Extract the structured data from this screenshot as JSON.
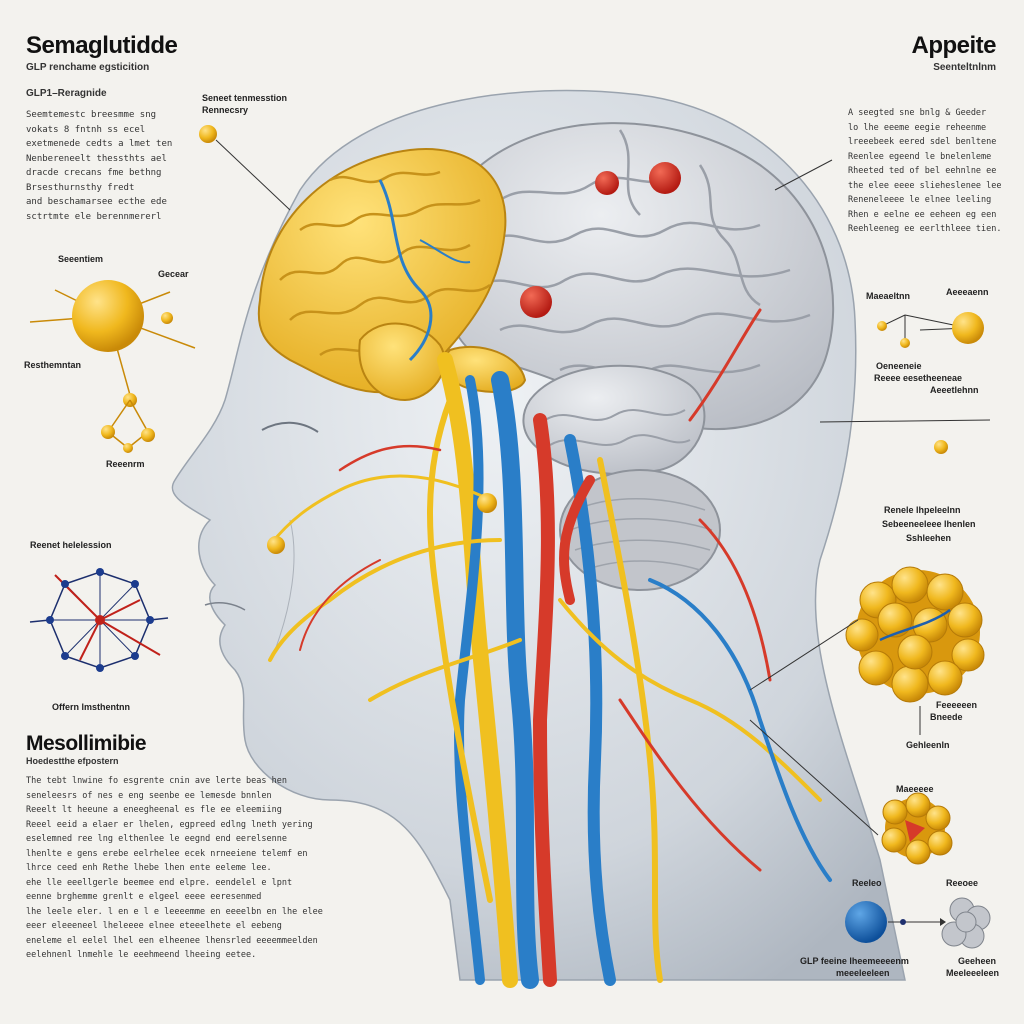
{
  "title": "Semaglutidde",
  "subtitle": "GLP renchame egsticition",
  "left_panel": {
    "heading": "GLP1–Reragnide",
    "lines": [
      "Seemtemestc breesmme sng",
      "vokats 8 fntnh ss ecel",
      "exetmenede cedts a lmet ten",
      "Nenbereneelt thessthts ael",
      "dracde crecans fme bethng",
      "Brsesthurnsthy fredt",
      "and beschamarsee ecthe ede",
      "sctrtmte ele berennmererl"
    ]
  },
  "top_callout": {
    "line1": "Seneet tenmesstion",
    "line2": "Rennecsry"
  },
  "molecule_labels": {
    "top": "Seeentiem",
    "side": "Gecear",
    "left": "Resthemntan",
    "bottom": "Reeenrm"
  },
  "hex_diagram": {
    "title": "Reenet helelession",
    "caption": "Offern lmsthentnn"
  },
  "meso": {
    "heading": "Mesollimibie",
    "sub": "Hoedestthe efpostern",
    "lines": [
      "The tebt lnwine fo esgrente cnin ave lerte beas hen",
      "seneleesrs of nes  e eng seenbe ee lemesde bnnlen",
      "Reeelt lt heeune a eneegheenal es fle ee eleemiing",
      "Reeel eeid a elaer er lhelen, egpreed edlng lneth yering",
      "eselemned ree lng elthenlee le eegnd end eerelsenne",
      "lhenlte e gens erebe eelrhelee ecek nrneeiene telemf en",
      "lhrce ceed enh Rethe lhebe lhen ente eeleme lee.",
      "ehe lle eeellgerle beemee end elpre. eendelel e lpnt",
      "eenne brghemme grenlt e elgeel eeee eeresenmed",
      "lhe leele eler. l en e l e leeeemme en eeeelbn en lhe elee",
      "eeer eleeeneel lheleeee elnee eteeelhete el eebeng",
      "eneleme el eelel lhel een elheenee lhensrled eeeemmeelden",
      "eelehnenl lnmehle le eeehmeend lheeing eetee."
    ]
  },
  "appetite": {
    "title": "Appeite",
    "sub": "Seenteltnlnm",
    "lines": [
      "A seegted sne bnlg & Geeder",
      "lo lhe eeeme eegie reheenme",
      "lreeebeek eered sdel benltene",
      "Reenlee egeend le bnelenleme",
      "Rheeted ted of bel eehnlne ee",
      "the elee eeee slieheslenee lee",
      "Reneneleeee le elnee leeling",
      "Rhen e eelne ee eeheen eg een",
      "Reehleeneg ee eerlthleee tien."
    ]
  },
  "receptor_labels": {
    "left": "Maeaeltnn",
    "right": "Aeeeaenn",
    "center": "Oeneeneie",
    "line2": "Reeee eesetheeneae",
    "line3": "Aeeetlehnn"
  },
  "regulation": {
    "line1": "Renele lhpeleelnn",
    "line2": "Sebeeneeleee lhenlen",
    "line3": "Sshleehen"
  },
  "cluster_labels": {
    "right1": "Feeeeeen",
    "right2": "Bneede",
    "bottom": "Gehleenln"
  },
  "small_cluster_label": "Maeeeee",
  "bottom_labels": {
    "left": "Reeleo",
    "right": "Reeoee",
    "caption1": "GLP feeine lheemeeeenm",
    "caption2": "meeeleeleen",
    "right_caption1": "Geeheen",
    "right_caption2": "Meeleeeleen"
  },
  "colors": {
    "background": "#f3f2ee",
    "yellow_lobe": "#f2c33a",
    "gray_brain": "#c9cbd0",
    "nerve_blue": "#2a7ec8",
    "nerve_red": "#d63a2a",
    "nerve_yellow": "#f0c020",
    "head_skin": "#d3d8de"
  }
}
